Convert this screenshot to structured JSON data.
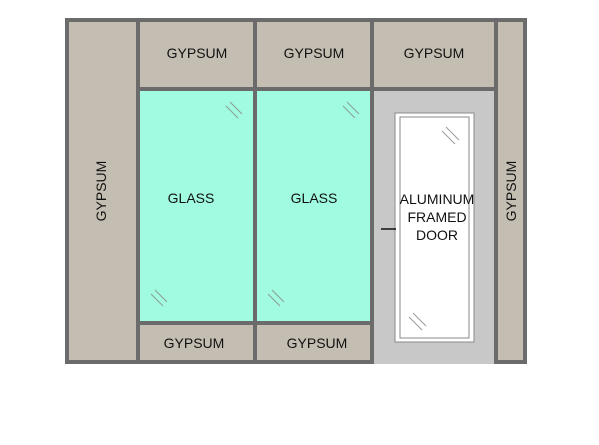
{
  "panels": {
    "gypsum_left": "GYPSUM",
    "gypsum_right": "GYPSUM",
    "gypsum_top_1": "GYPSUM",
    "gypsum_top_2": "GYPSUM",
    "gypsum_top_3": "GYPSUM",
    "gypsum_bottom_1": "GYPSUM",
    "gypsum_bottom_2": "GYPSUM",
    "glass_1": "GLASS",
    "glass_2": "GLASS"
  },
  "door": {
    "label_line_1": "ALUMINUM",
    "label_line_2": "FRAMED",
    "label_line_3": "DOOR"
  },
  "colors": {
    "frame": "#6b6b6b",
    "gypsum": "#c4beb2",
    "glass": "#a0fbe0",
    "door_frame": "#c8c8c8",
    "door_leaf": "#ffffff"
  }
}
